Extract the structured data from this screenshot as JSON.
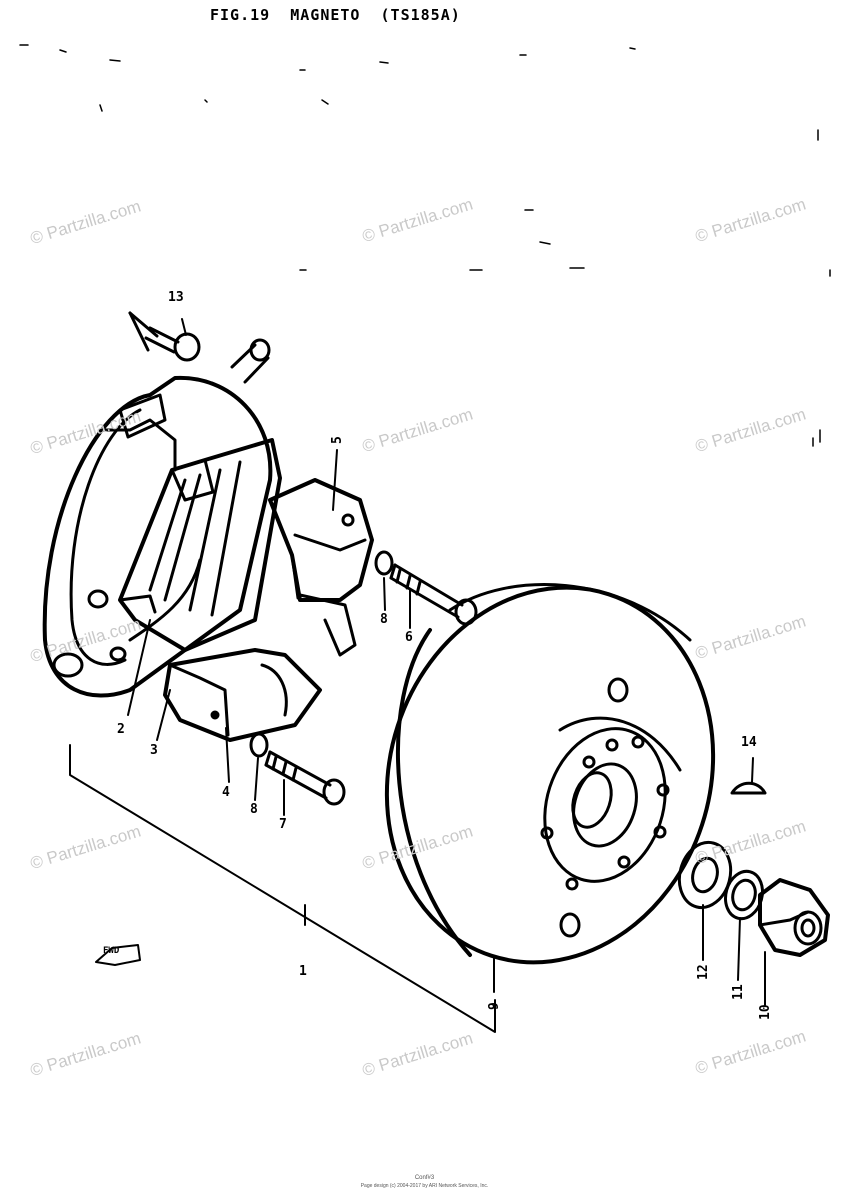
{
  "title": "FIG.19  MAGNETO  (TS185A)",
  "watermark": "© Partzilla.com",
  "forward_label": "FWD",
  "footer": {
    "line1": "Conf#3",
    "line2": "Page design (c) 2004-2017 by ARI Network Services, Inc."
  },
  "callouts": {
    "c1": "1",
    "c2": "2",
    "c3": "3",
    "c4": "4",
    "c5": "5",
    "c6": "6",
    "c7": "7",
    "c8a": "8",
    "c8b": "8",
    "c9": "9",
    "c10": "10",
    "c11": "11",
    "c12": "12",
    "c13": "13",
    "c14": "14"
  }
}
